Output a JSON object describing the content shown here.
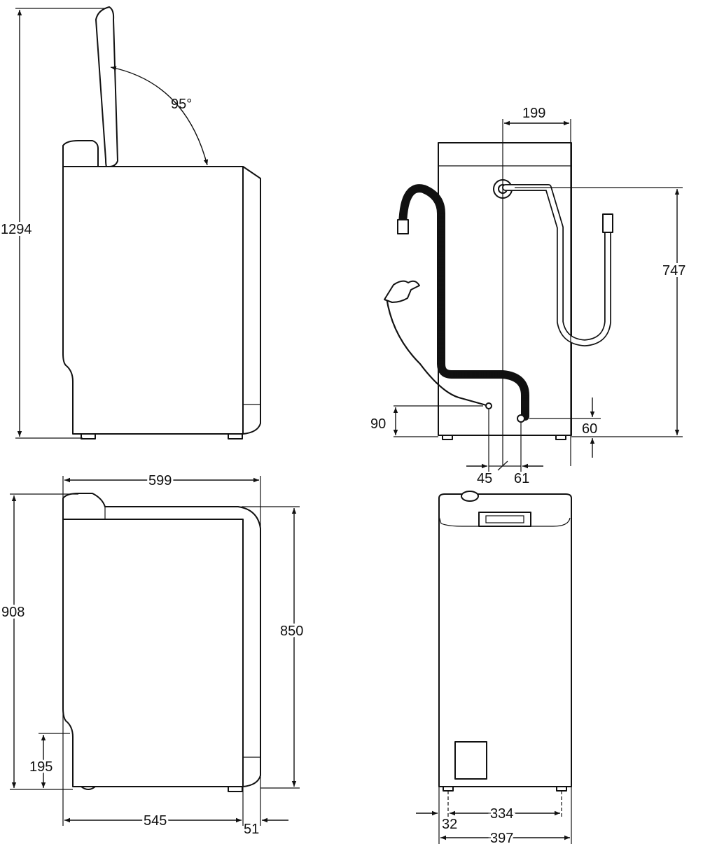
{
  "dimensions": {
    "lid_angle": "95°",
    "height_lid_open": "1294",
    "width_rear_outlet_to_inlet": "199",
    "inlet_height": "747",
    "power_outlet_height": "90",
    "drain_outlet_height": "60",
    "power_offset": "45",
    "drain_offset": "61",
    "overall_depth": "599",
    "height_with_panel": "908",
    "body_height": "850",
    "plinth_height": "195",
    "body_depth": "545",
    "door_protrusion": "51",
    "feet_spacing": "334",
    "foot_inset": "32",
    "overall_width": "397"
  }
}
